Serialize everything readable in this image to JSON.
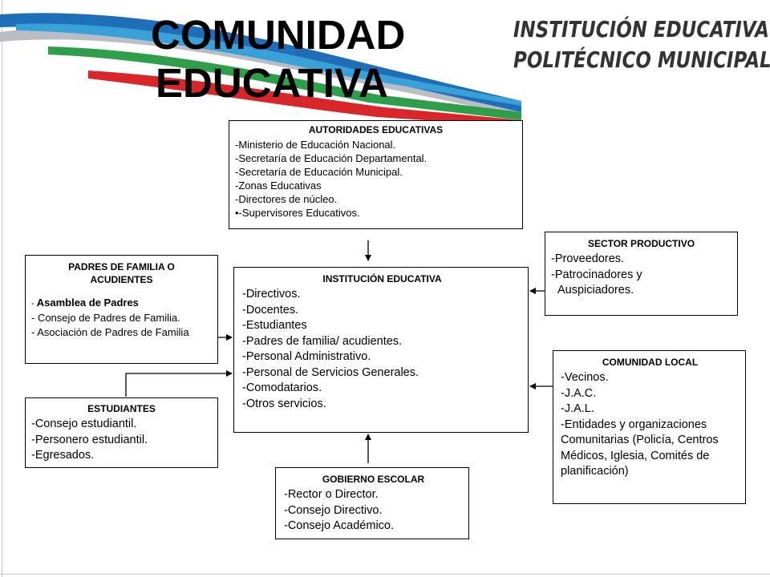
{
  "title": {
    "line1": "COMUNIDAD",
    "line2": "EDUCATIVA"
  },
  "institution_logo": {
    "line1": "INSTITUCIÓN EDUCATIVA",
    "line2": "POLITÉCNICO MUNICIPAL"
  },
  "colors": {
    "stripe_blue": "#1f6fb8",
    "stripe_light_blue": "#3aa0d8",
    "stripe_green": "#2e9e4a",
    "stripe_red": "#d8262b",
    "stripe_grey": "#b9bec4",
    "box_border": "#000000"
  },
  "autoridades": {
    "header": "AUTORIDADES EDUCATIVAS",
    "items": [
      "-Ministerio de Educación Nacional.",
      "-Secretaría de Educación Departamental.",
      "-Secretaría de Educación Municipal.",
      "-Zonas Educativas",
      "-Directores de núcleo.",
      "•-Supervisores Educativos."
    ]
  },
  "institucion": {
    "header": "INSTITUCIÓN EDUCATIVA",
    "items": [
      "-Directivos.",
      "-Docentes.",
      "-Estudiantes",
      "-Padres de familia/ acudientes.",
      "-Personal Administrativo.",
      "-Personal de Servicios Generales.",
      "-Comodatarios.",
      "-Otros servicios."
    ]
  },
  "padres": {
    "header_line1": "PADRES DE FAMILIA O",
    "header_line2": "ACUDIENTES",
    "item1_prefix": "- ",
    "item1_text": "Asamblea de Padres",
    "item2": "- Consejo de Padres de Familia.",
    "item3": "- Asociación de Padres de Familia"
  },
  "estudiantes": {
    "header": "ESTUDIANTES",
    "items": [
      "-Consejo estudiantil.",
      "-Personero estudiantil.",
      "-Egresados."
    ]
  },
  "sector": {
    "header": "SECTOR PRODUCTIVO",
    "items": [
      "-Proveedores.",
      "-Patrocinadores y",
      "Auspiciadores."
    ]
  },
  "comunidad": {
    "header": "COMUNIDAD  LOCAL",
    "items": [
      "-Vecinos.",
      "-J.A.C.",
      "-J.A.L.",
      "-Entidades y organizaciones Comunitarias (Policía, Centros Médicos, Iglesia, Comités de planificación)"
    ]
  },
  "gobierno": {
    "header": "GOBIERNO  ESCOLAR",
    "items": [
      "-Rector o Director.",
      "-Consejo Directivo.",
      "-Consejo Académico."
    ]
  }
}
